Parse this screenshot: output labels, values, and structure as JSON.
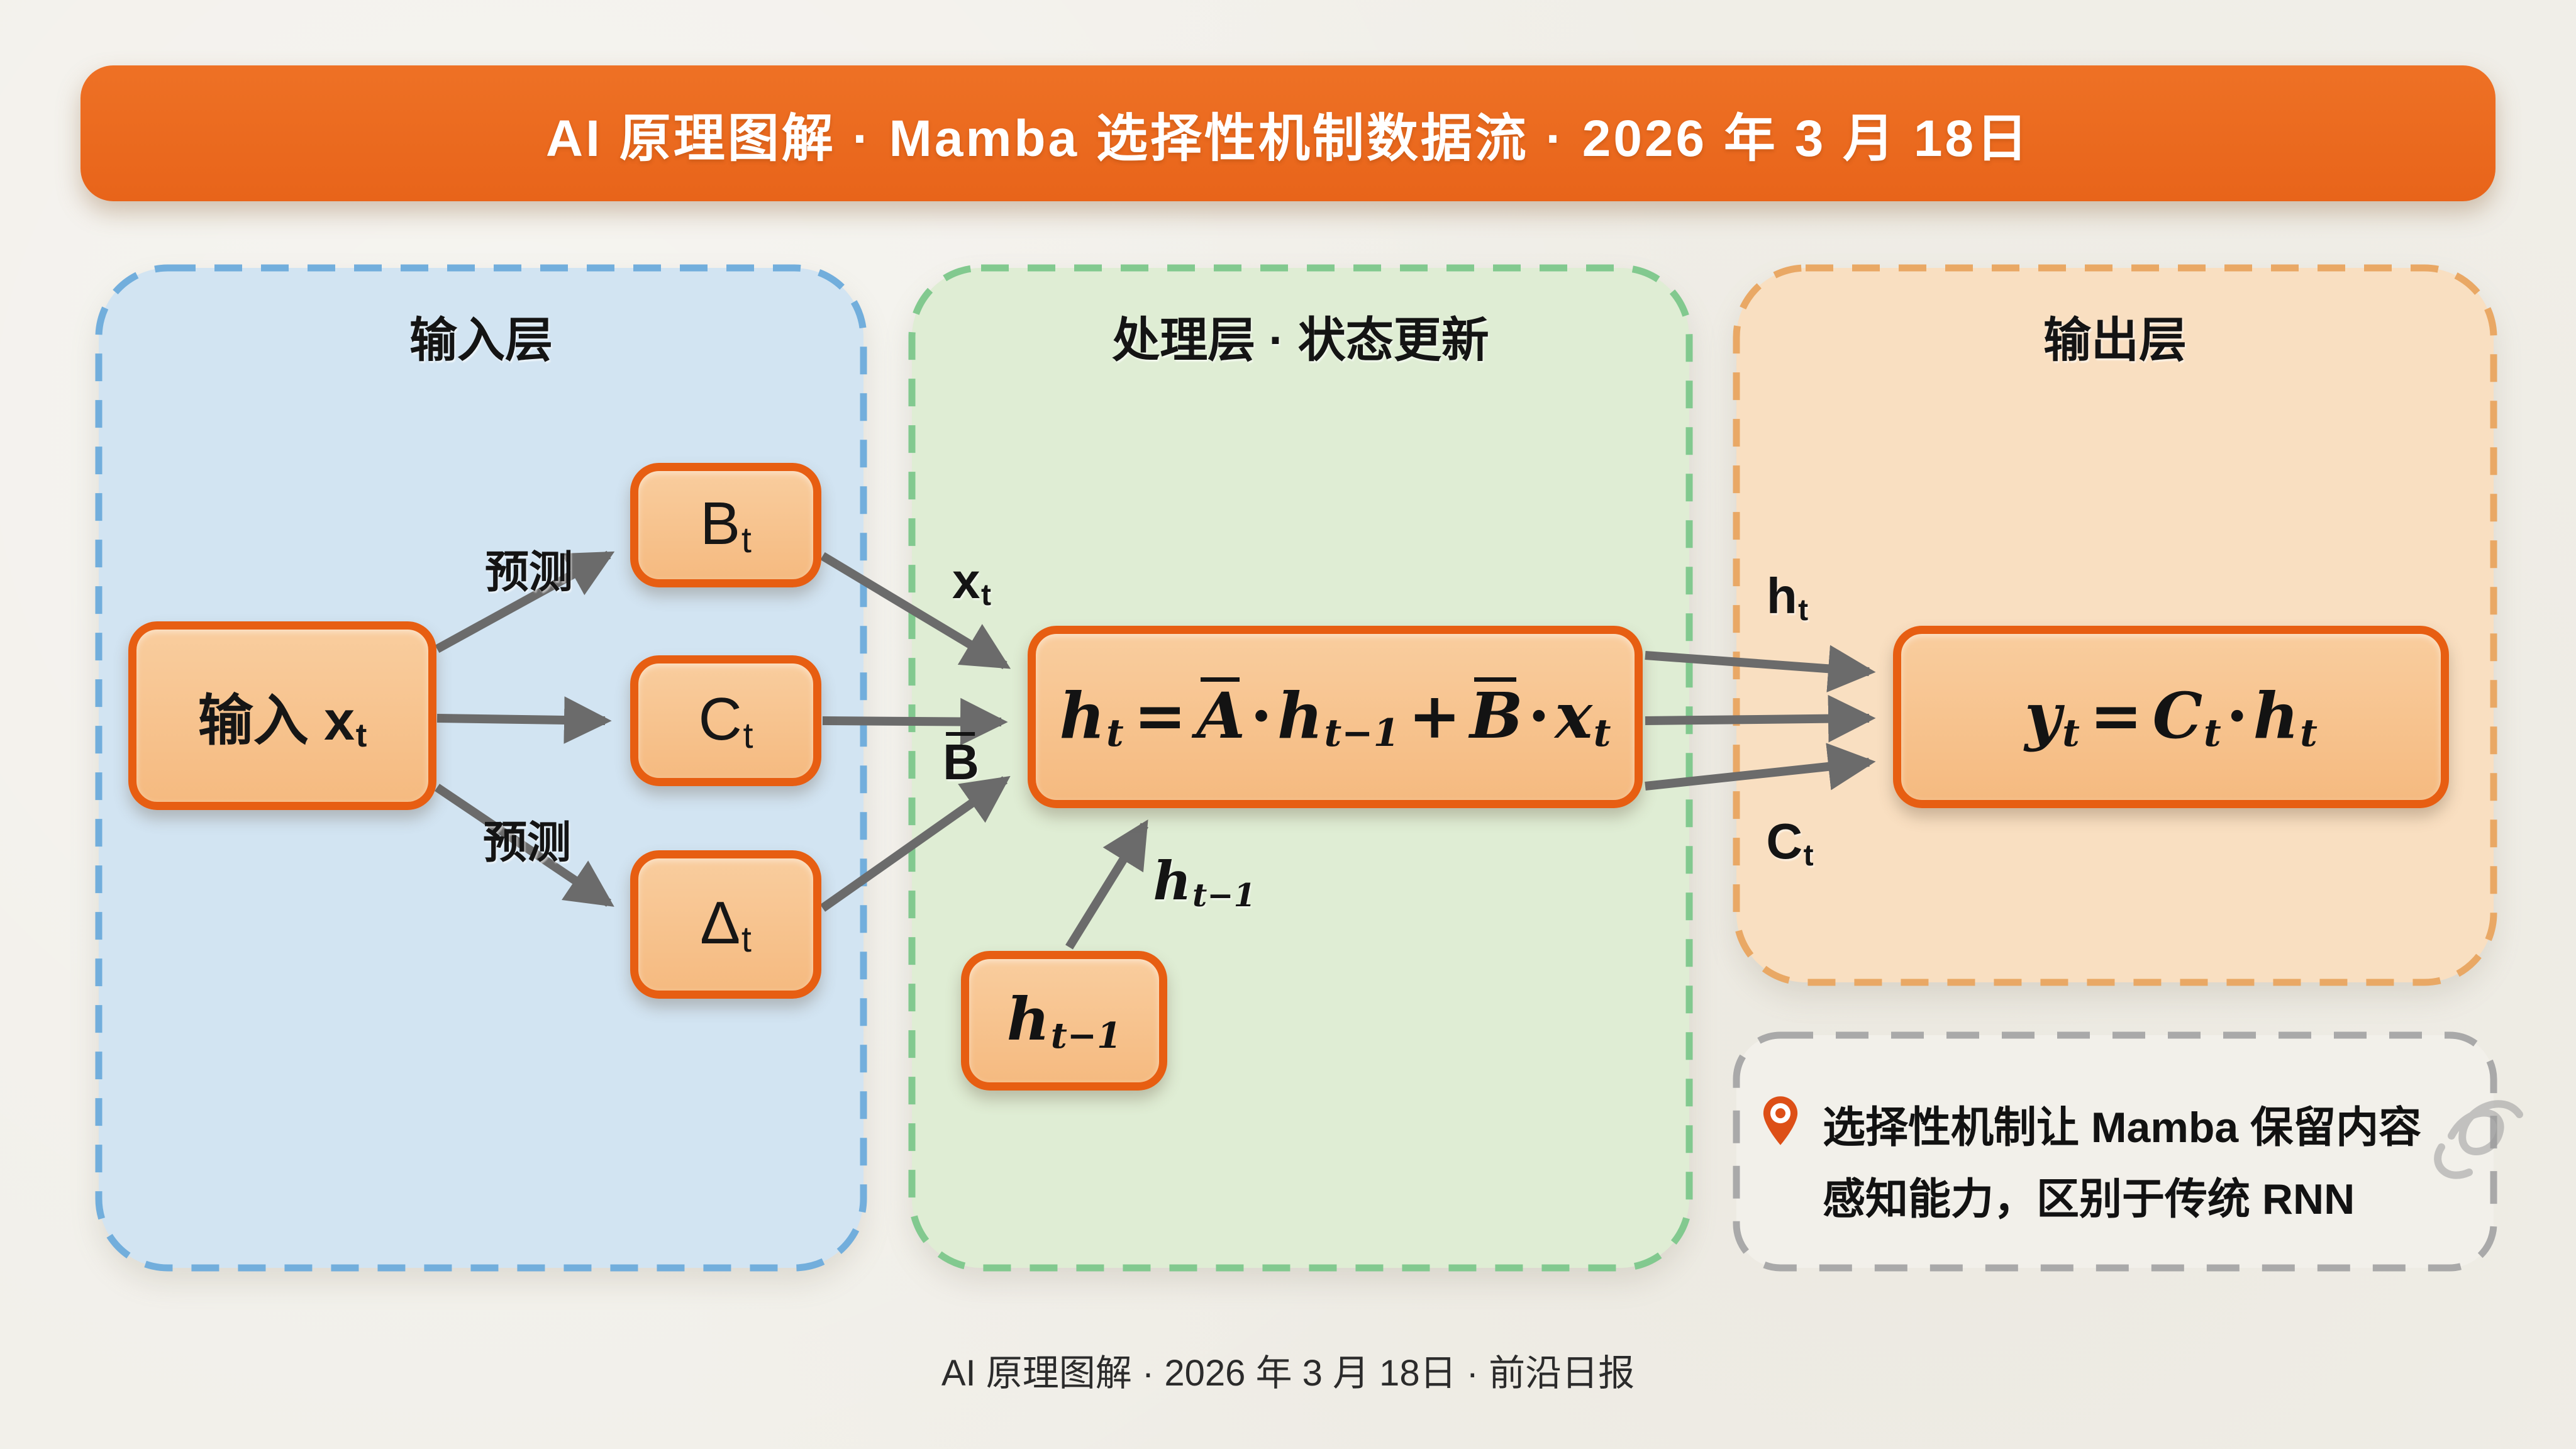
{
  "header": {
    "title": "AI 原理图解 · Mamba 选择性机制数据流 · 2026 年 3 月 18日"
  },
  "panels": {
    "input": {
      "title": "输入层"
    },
    "processing": {
      "title": "处理层 · 状态更新"
    },
    "output": {
      "title": "输出层"
    }
  },
  "nodes": {
    "input": {
      "label": "输入 x",
      "sub": "t"
    },
    "b": {
      "label": "B",
      "sub": "t"
    },
    "c": {
      "label": "C",
      "sub": "t"
    },
    "delta": {
      "label": "Δ",
      "sub": "t"
    },
    "state": {
      "lhs": "h",
      "lhs_sub": "t",
      "eq": "=",
      "a_bar": "A",
      "dot1": "·",
      "h_prev": "h",
      "h_prev_sub": "t−1",
      "plus": "+",
      "b_bar": "B",
      "dot2": "·",
      "x": "x",
      "x_sub": "t"
    },
    "prev_state": {
      "label": "h",
      "sub": "t−1"
    },
    "output": {
      "lhs": "y",
      "lhs_sub": "t",
      "eq": "=",
      "c": "C",
      "c_sub": "t",
      "dot": "·",
      "h": "h",
      "h_sub": "t"
    }
  },
  "edge_labels": {
    "predict_top": "预测",
    "predict_bottom": "预测",
    "x": {
      "base": "x",
      "sub": "t"
    },
    "b_bar": {
      "base": "B"
    },
    "h_prev": {
      "base": "h",
      "sub": "t−1"
    },
    "h": {
      "base": "h",
      "sub": "t"
    },
    "c": {
      "base": "C",
      "sub": "t"
    }
  },
  "note": {
    "icon": "location-pin-icon",
    "line1": "选择性机制让 Mamba 保留内容",
    "line2": "感知能力，区别于传统 RNN"
  },
  "footer": {
    "text": "AI 原理图解 · 2026 年 3 月 18日 · 前沿日报"
  },
  "colors": {
    "header_bg": "#E8641A",
    "node_border": "#E75E12",
    "node_fill": "#F6C28F",
    "panel_blue": "#D2E4F2",
    "panel_blue_dash": "#72AEDC",
    "panel_green": "#DFEDD4",
    "panel_green_dash": "#82C98F",
    "panel_orange": "#F9DFC1",
    "panel_orange_dash": "#E9A865",
    "note_dash": "#A9A9A9",
    "arrow_gray": "#6B6B6B",
    "pin_orange": "#DD4F17"
  }
}
